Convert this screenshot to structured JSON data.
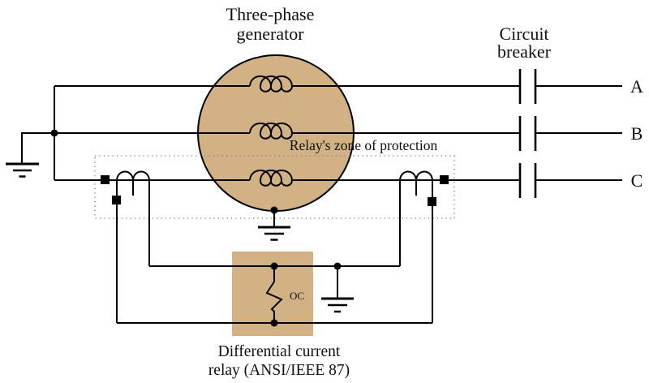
{
  "diagram": {
    "generator_label": {
      "line1": "Three-phase",
      "line2": "generator"
    },
    "breaker_label": {
      "line1": "Circuit",
      "line2": "breaker"
    },
    "phase_labels": {
      "a": "A",
      "b": "B",
      "c": "C"
    },
    "zone_label": "Relay's zone of protection",
    "oc_label": "OC",
    "relay_caption": {
      "line1": "Differential current",
      "line2": "relay (ANSI/IEEE 87)"
    }
  },
  "colors": {
    "machine_fill": "#d2b185",
    "relay_fill": "#d2b185",
    "zone_dotted": "#8888aa",
    "zone_text": "#4b4ba0",
    "wire": "#000000",
    "background": "#ffffff"
  }
}
